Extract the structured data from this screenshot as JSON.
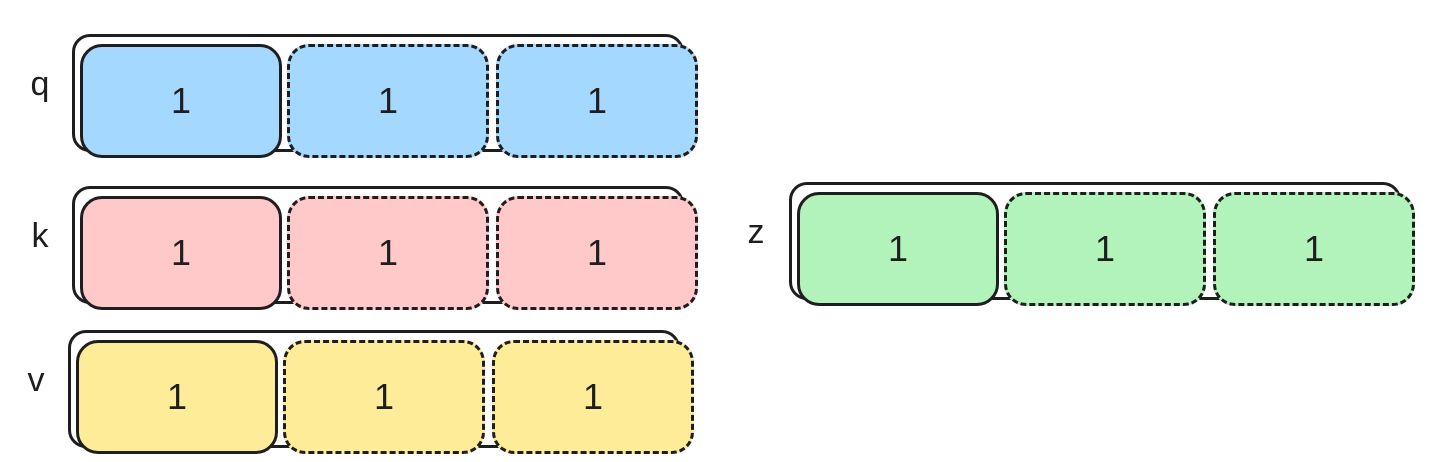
{
  "tensors": [
    {
      "label": "q",
      "color": "#a5d8ff",
      "cells": [
        "1",
        "1",
        "1"
      ]
    },
    {
      "label": "k",
      "color": "#ffc9c9",
      "cells": [
        "1",
        "1",
        "1"
      ]
    },
    {
      "label": "v",
      "color": "#ffec99",
      "cells": [
        "1",
        "1",
        "1"
      ]
    },
    {
      "label": "z",
      "color": "#b2f2bb",
      "cells": [
        "1",
        "1",
        "1"
      ]
    }
  ]
}
